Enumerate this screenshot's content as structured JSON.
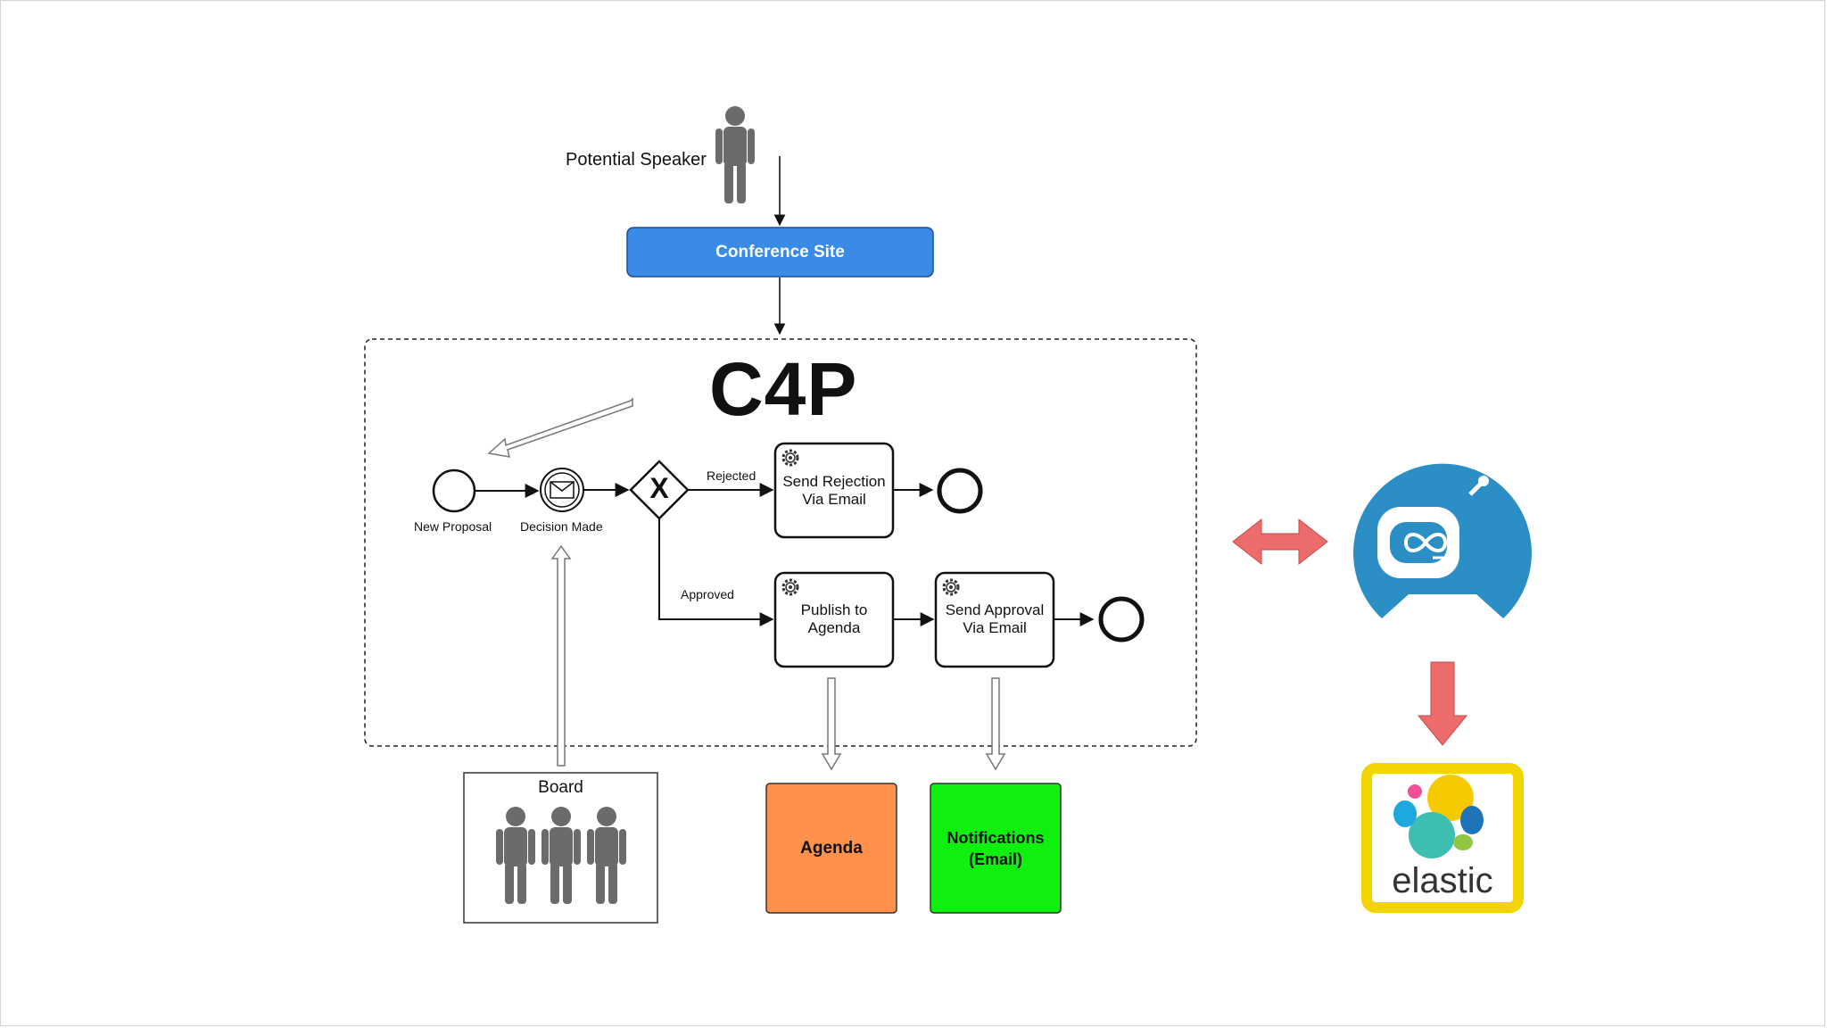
{
  "diagram": {
    "actors": {
      "speaker": "Potential Speaker",
      "board": "Board"
    },
    "site": "Conference Site",
    "process_title": "C4P",
    "events": {
      "start": "New Proposal",
      "message": "Decision Made"
    },
    "gateway_symbol": "X",
    "flows": {
      "rejected": "Rejected",
      "approved": "Approved"
    },
    "tasks": {
      "rejection": "Send Rejection\nVia Email",
      "publish": "Publish to\nAgenda",
      "approval": "Send Approval\nVia Email"
    },
    "outputs": {
      "agenda": "Agenda",
      "notifications": "Notifications\n(Email)"
    },
    "logos": {
      "elastic": "elastic",
      "robot": "robot-helmet-icon"
    },
    "colors": {
      "site": "#3a8ae6",
      "agenda": "#ff914d",
      "notifications": "#0ff00e",
      "double_arrow": "#ec6b6b",
      "robot": "#2b8fc5",
      "elastic_border": "#f2d400"
    }
  }
}
